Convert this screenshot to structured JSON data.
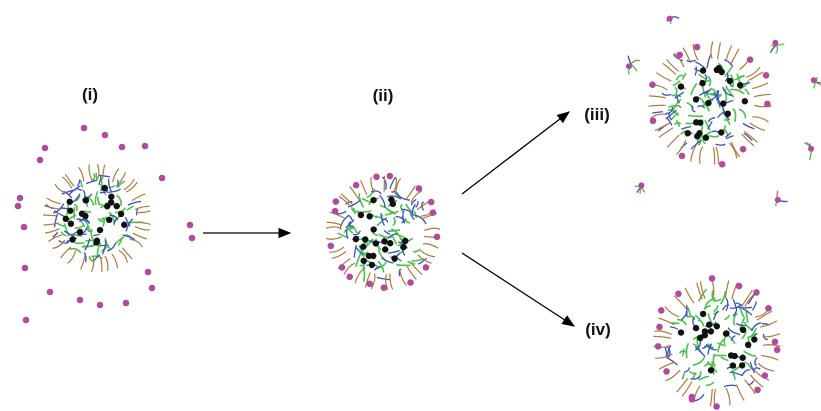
{
  "stages": [
    {
      "id": "i",
      "label": "(i)"
    },
    {
      "id": "ii",
      "label": "(ii)"
    },
    {
      "id": "iii",
      "label": "(iii)"
    },
    {
      "id": "iv",
      "label": "(iv)"
    }
  ],
  "colors": {
    "core_dot": "#111111",
    "green_chain": "#4cc24c",
    "blue_chain": "#3a4fc0",
    "brown_chain": "#b07a3c",
    "purple_dot": "#b24a9e",
    "arrow": "#000000",
    "label": "#111111"
  }
}
